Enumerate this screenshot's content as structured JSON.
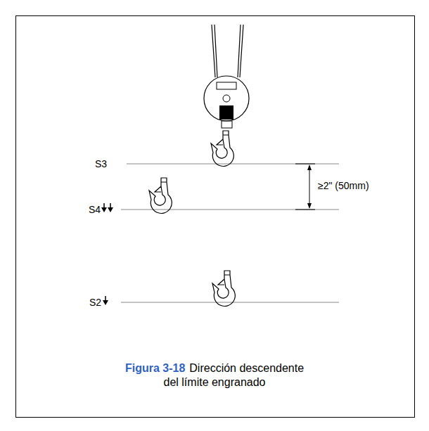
{
  "diagram": {
    "caption": "Dirección descendente del límite engranado",
    "labels": [
      "S3",
      "S4",
      "≥2\" (50mm)",
      "S2",
      "Figura 3-18"
    ]
  }
}
